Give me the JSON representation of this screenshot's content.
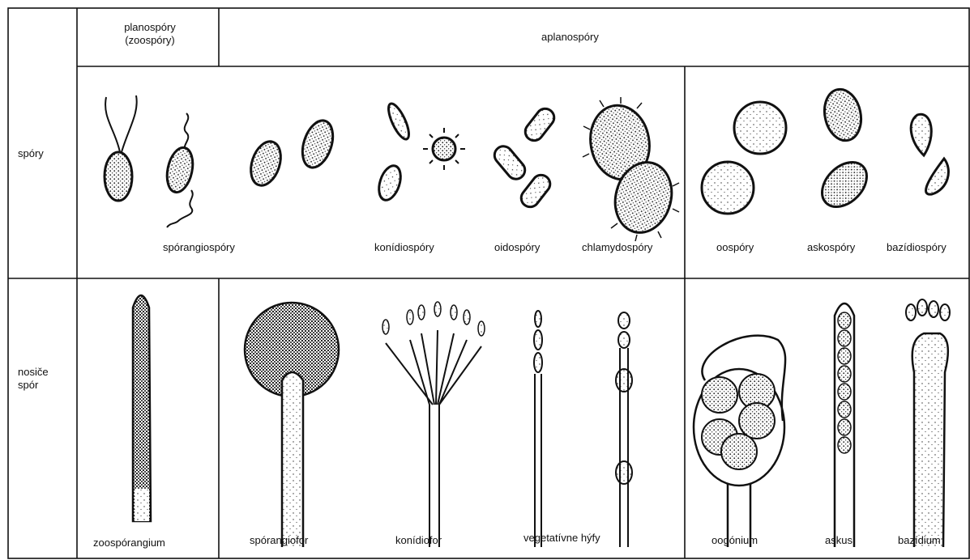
{
  "headers": {
    "planospory_line1": "planospóry",
    "planospory_line2": "(zoospóry)",
    "aplanospory": "aplanospóry"
  },
  "rows": {
    "spory": "spóry",
    "nosice_line1": "nosiče",
    "nosice_line2": "spór"
  },
  "spore_labels": {
    "sporangiospory": "spórangiospóry",
    "konidiospory": "konídiospóry",
    "oidospory": "oidospóry",
    "chlamydospory": "chlamydospóry",
    "oospory": "oospóry",
    "askospory": "askospóry",
    "bazidiospory": "bazídiospóry"
  },
  "bearer_labels": {
    "zoosporangium": "zoospórangium",
    "sporangiofor": "spórangiofor",
    "konidiofor": "konídiofor",
    "vegetativne_hyfy": "vegetatívne hýfy",
    "oogonium": "oogónium",
    "askus": "askus",
    "bazidium": "bazídium"
  },
  "colors": {
    "line": "#111111",
    "background": "#ffffff"
  }
}
